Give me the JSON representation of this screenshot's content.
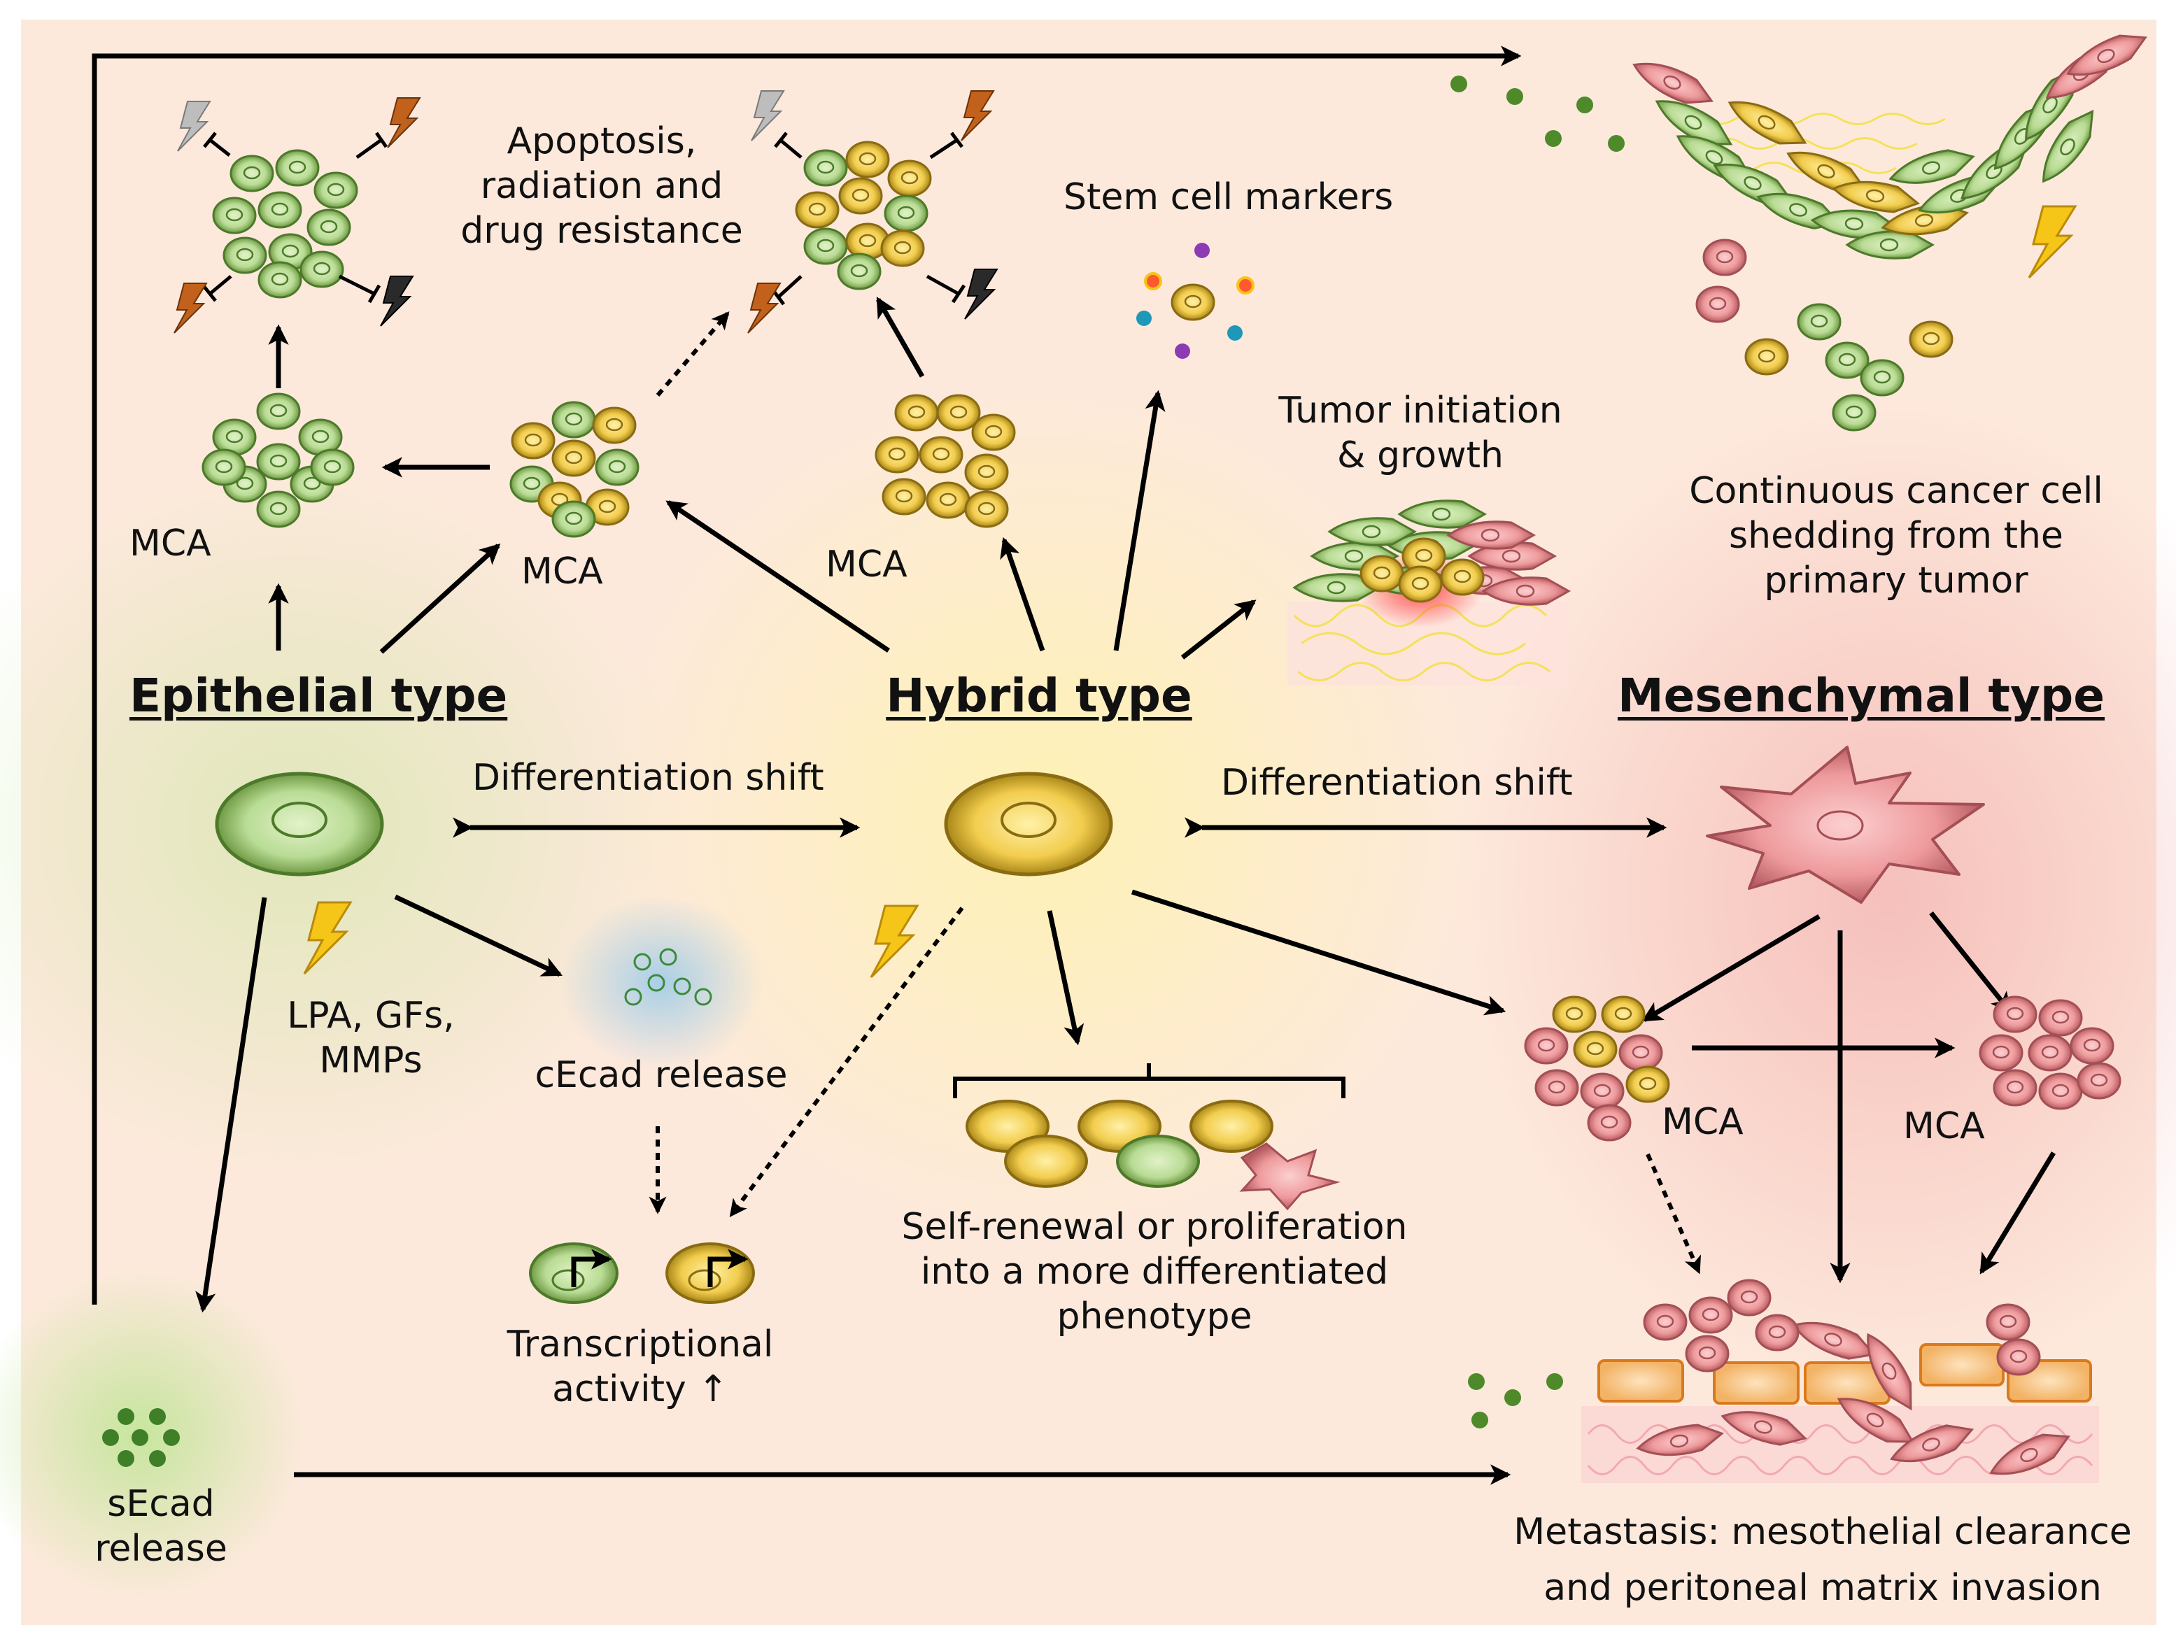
{
  "colors": {
    "background": "#fde9dc",
    "epithelial_fill": "#b9dc95",
    "hybrid_fill": "#f2cd4e",
    "mesenchymal_fill": "#ee9a9c",
    "mesothelial_fill": "#f7c07a",
    "arrow": "#000000",
    "lightning": "#f5c517"
  },
  "headings": {
    "epithelial": "Epithelial type",
    "hybrid": "Hybrid type",
    "mesenchymal": "Mesenchymal type"
  },
  "labels": {
    "mca": "MCA",
    "apoptosis": [
      "Apoptosis,",
      "radiation and",
      "drug resistance"
    ],
    "stem_cell_markers": "Stem cell markers",
    "tumor_initiation": [
      "Tumor initiation",
      "& growth"
    ],
    "continuous_shedding": [
      "Continuous cancer cell",
      "shedding from the",
      "primary tumor"
    ],
    "differentiation_shift": "Differentiation shift",
    "lpa": [
      "LPA, GFs,",
      "MMPs"
    ],
    "cecad_release": "cEcad release",
    "transcriptional": [
      "Transcriptional",
      "activity ↑"
    ],
    "self_renewal": [
      "Self-renewal or proliferation",
      "into a more differentiated",
      "phenotype"
    ],
    "secad_release": [
      "sEcad",
      "release"
    ],
    "metastasis": [
      "Metastasis: mesothelial clearance",
      "and peritoneal matrix invasion"
    ]
  },
  "icons": [
    "lightning-bolt-icon",
    "inhibition-arrow-icon",
    "transcription-arrow-icon"
  ]
}
